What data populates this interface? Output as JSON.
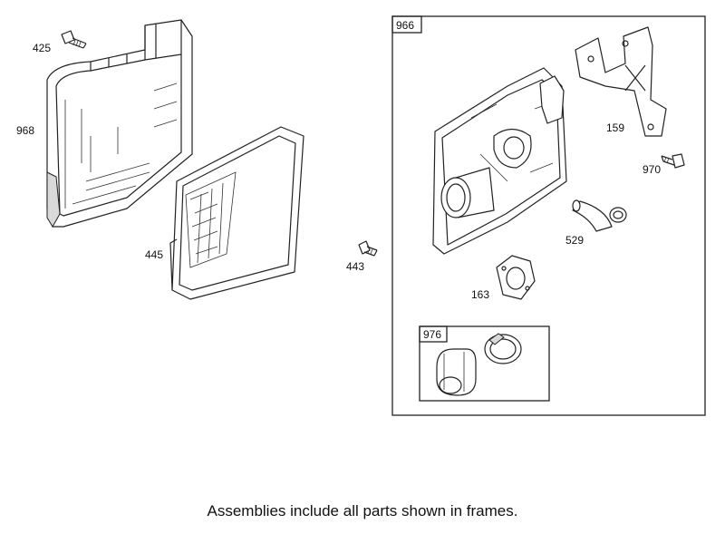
{
  "labels": {
    "p425": "425",
    "p968": "968",
    "p445": "445",
    "p443": "443",
    "p966": "966",
    "p159": "159",
    "p970": "970",
    "p529": "529",
    "p163": "163",
    "p976": "976"
  },
  "caption": "Assemblies include all parts shown in frames."
}
